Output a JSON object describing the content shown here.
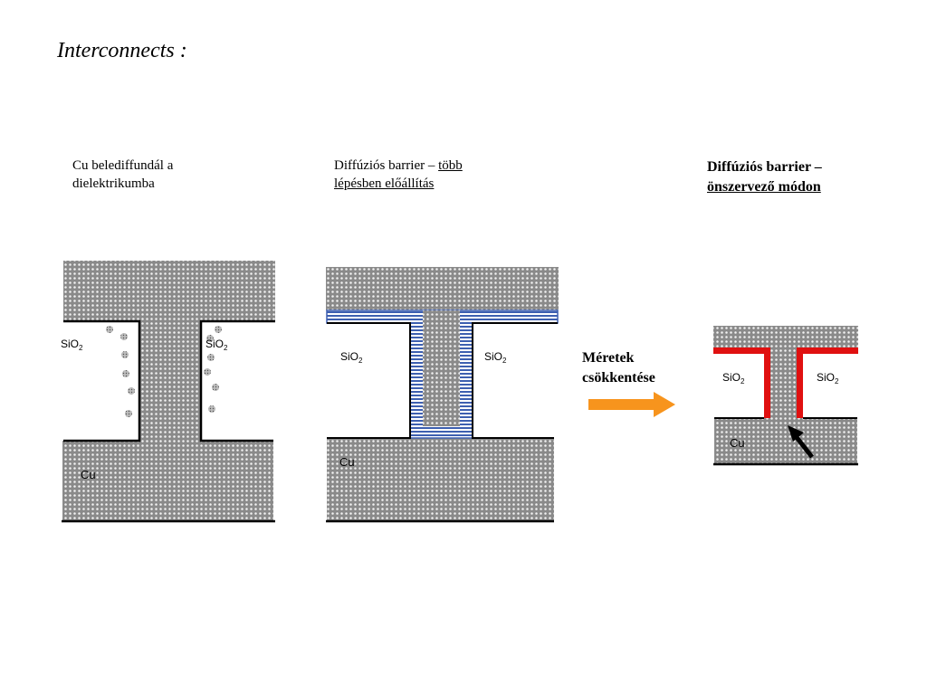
{
  "page": {
    "title": "Interconnects :"
  },
  "panels": [
    {
      "caption_line1": "Cu belediffundál a",
      "caption_line2": "dielektrikumba",
      "label_left": "SiO",
      "label_right": "SiO",
      "subscript": "2",
      "label_cu": "Cu"
    },
    {
      "caption_plain": "Diffúziós barrier – ",
      "caption_underlined_1": "több",
      "caption_underlined_2": "lépésben előállítás",
      "label_left": "SiO",
      "label_right": "SiO",
      "subscript": "2",
      "label_cu": "Cu"
    },
    {
      "caption_plain": "Diffúziós barrier –",
      "caption_underlined": "önszervező módon",
      "label_left": "SiO",
      "label_right": "SiO",
      "subscript": "2",
      "label_cu": "Cu"
    }
  ],
  "transition": {
    "label_line1": "Méretek",
    "label_line2": "csökkentése"
  },
  "colors": {
    "metal_fill": "#8a8a8a",
    "barrier_blue": "#3d5fb0",
    "barrier_red": "#e01010",
    "arrow_orange": "#f7941d",
    "outline": "#000000"
  },
  "icons": [
    "diffusion-dot-icon",
    "arrow-right-icon",
    "pointer-arrow-icon"
  ]
}
